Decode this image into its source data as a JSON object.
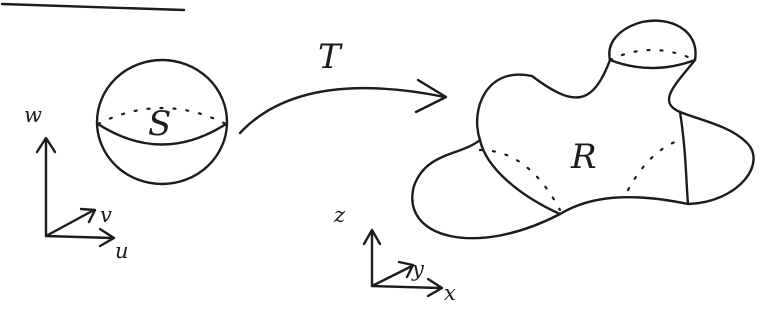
{
  "domain_labels": {
    "source_region": "S",
    "target_region": "R",
    "map": "T"
  },
  "source_axes": {
    "vertical": "w",
    "depth": "v",
    "horizontal": "u"
  },
  "target_axes": {
    "vertical": "z",
    "depth": "y",
    "horizontal": "x"
  }
}
